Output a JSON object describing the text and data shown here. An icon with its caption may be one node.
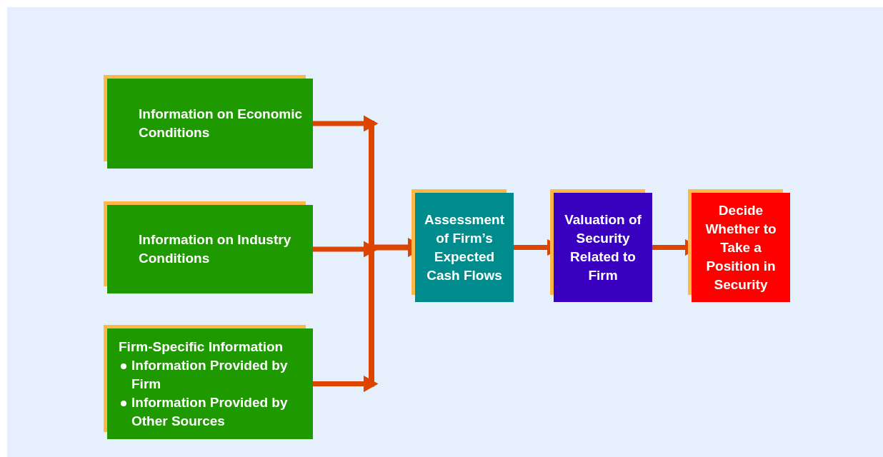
{
  "diagram": {
    "nodes": [
      {
        "text": [
          "Information on Economic Conditions"
        ]
      },
      {
        "text": [
          "Information on Industry Conditions"
        ]
      },
      {
        "text": [
          "Firm-Specific Information",
          "Information Provided by Firm",
          "Information Provided by Other Sources"
        ]
      },
      {
        "text": [
          "Assessment of Firm’s Expected Cash Flows"
        ]
      },
      {
        "text": [
          "Valuation of Security Related to Firm"
        ]
      },
      {
        "text": [
          "Decide Whether to Take a Position in Security"
        ]
      }
    ],
    "edges": [
      {
        "from": 0,
        "to": 3,
        "arrow": "to"
      },
      {
        "from": 1,
        "to": 3,
        "arrow": "to"
      },
      {
        "from": 2,
        "to": 3,
        "arrow": "to"
      },
      {
        "from": 3,
        "to": 4,
        "arrow": "to"
      },
      {
        "from": 4,
        "to": 5,
        "arrow": "to"
      }
    ]
  }
}
